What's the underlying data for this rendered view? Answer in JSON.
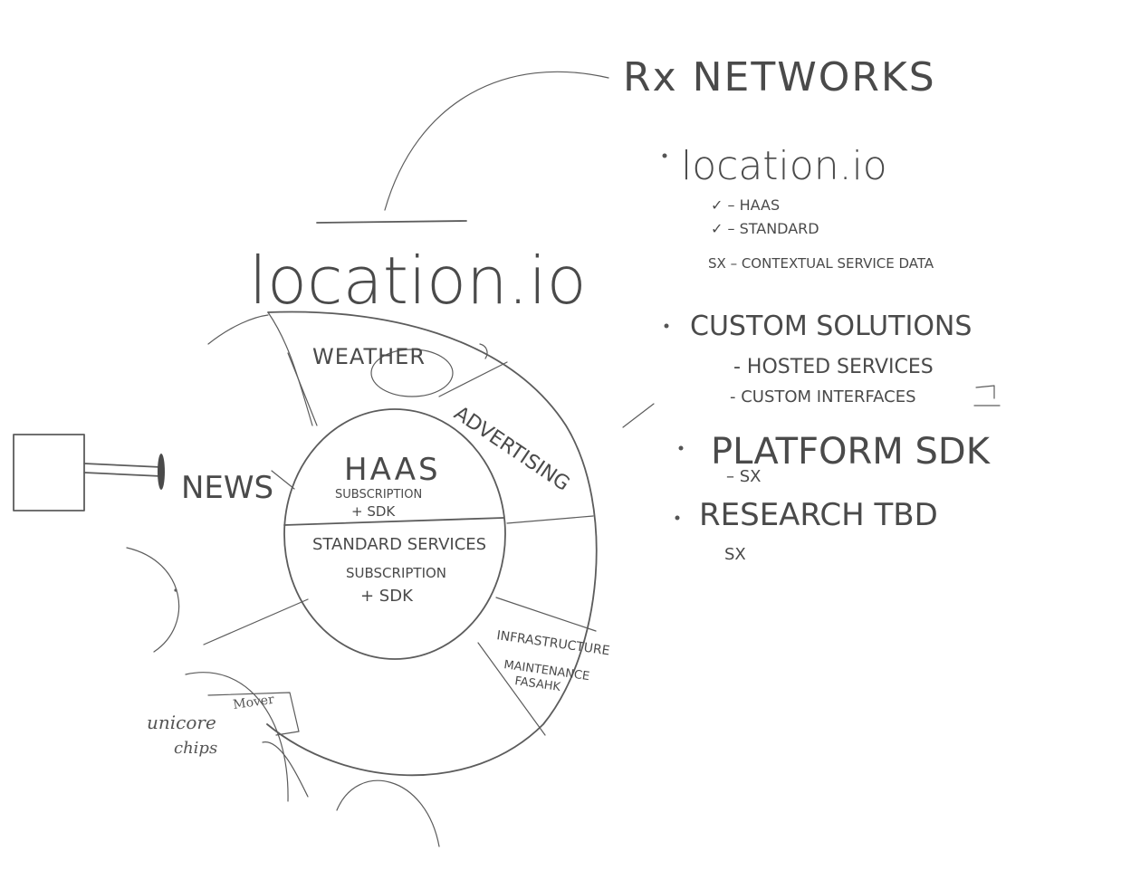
{
  "brand": {
    "title": "Rx NETWORKS",
    "product": "location.io"
  },
  "diagram": {
    "core_top_title": "HAAS",
    "core_top_sub1": "SUBSCRIPTION",
    "core_top_sub2": "+ SDK",
    "core_bottom_title": "STANDARD SERVICES",
    "core_bottom_sub1": "SUBSCRIPTION",
    "core_bottom_sub2": "+ SDK",
    "segments": {
      "weather": "WEATHER",
      "advertising": "ADVERTISING",
      "infra_line1": "INFRASTRUCTURE",
      "infra_line2": "MAINTENANCE",
      "infra_line3": "FASAHK"
    },
    "news": "NEWS",
    "unicore_line1": "unicore",
    "unicore_line2": "chips",
    "mover": "Mover"
  },
  "notes": {
    "items": [
      {
        "title": "location.io",
        "subs": [
          "✓ – HAAS",
          "✓ – STANDARD",
          "SX – CONTEXTUAL SERVICE DATA"
        ]
      },
      {
        "title": "CUSTOM SOLUTIONS",
        "subs": [
          "- HOSTED SERVICES",
          "- CUSTOM INTERFACES"
        ]
      },
      {
        "title": "PLATFORM SDK",
        "subs": [
          "– SX"
        ]
      },
      {
        "title": "RESEARCH TBD",
        "subs": [
          "SX"
        ]
      }
    ]
  },
  "colors": {
    "ink": "#5c5c5c",
    "paper": "#ffffff"
  }
}
